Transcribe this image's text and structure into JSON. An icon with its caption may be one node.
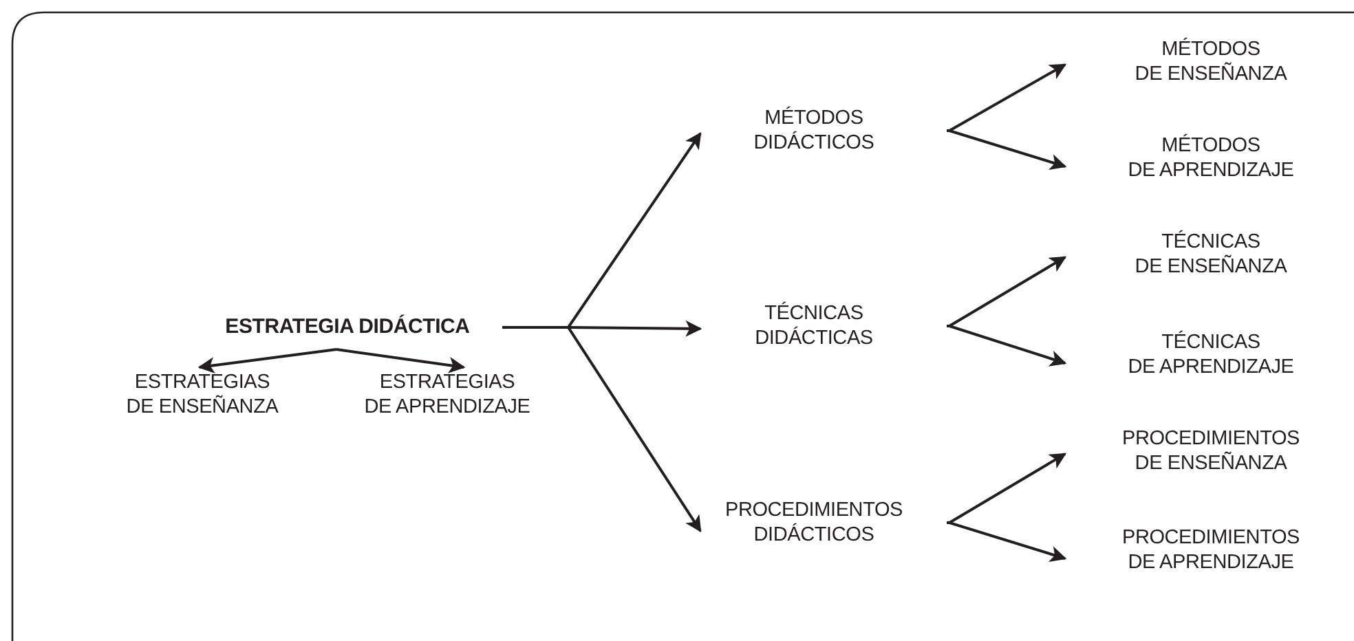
{
  "diagram": {
    "nodes": [
      {
        "text": [
          "ESTRATEGIA DIDÁCTICA"
        ]
      },
      {
        "text": [
          "ESTRATEGIAS DE ENSEÑANZA"
        ]
      },
      {
        "text": [
          "ESTRATEGIAS DE APRENDIZAJE"
        ]
      },
      {
        "text": [
          "MÉTODOS DIDÁCTICOS"
        ]
      },
      {
        "text": [
          "TÉCNICAS DIDÁCTICAS"
        ]
      },
      {
        "text": [
          "PROCEDIMIENTOS DIDÁCTICOS"
        ]
      },
      {
        "text": [
          "MÉTODOS DE ENSEÑANZA"
        ]
      },
      {
        "text": [
          "MÉTODOS DE APRENDIZAJE"
        ]
      },
      {
        "text": [
          "TÉCNICAS DE ENSEÑANZA"
        ]
      },
      {
        "text": [
          "TÉCNICAS DE APRENDIZAJE"
        ]
      },
      {
        "text": [
          "PROCEDIMIENTOS DE ENSEÑANZA"
        ]
      },
      {
        "text": [
          "PROCEDIMIENTOS DE APRENDIZAJE"
        ]
      }
    ],
    "edges": [
      {
        "from": 0,
        "to": 1,
        "arrow": "to"
      },
      {
        "from": 0,
        "to": 2,
        "arrow": "to"
      },
      {
        "from": 0,
        "to": 3,
        "arrow": "to"
      },
      {
        "from": 0,
        "to": 4,
        "arrow": "to"
      },
      {
        "from": 0,
        "to": 5,
        "arrow": "to"
      },
      {
        "from": 3,
        "to": 6,
        "arrow": "to"
      },
      {
        "from": 3,
        "to": 7,
        "arrow": "to"
      },
      {
        "from": 4,
        "to": 8,
        "arrow": "to"
      },
      {
        "from": 4,
        "to": 9,
        "arrow": "to"
      },
      {
        "from": 5,
        "to": 10,
        "arrow": "to"
      },
      {
        "from": 5,
        "to": 11,
        "arrow": "to"
      }
    ]
  }
}
